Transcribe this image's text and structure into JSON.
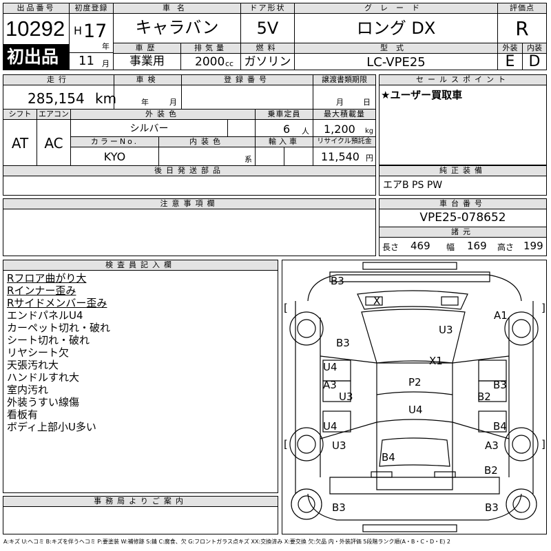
{
  "header_row": {
    "lot_label": "出品番号",
    "lot_number": "10292",
    "first_listing": "初出品",
    "reg_label": "初度登録",
    "era": "H",
    "year": "17",
    "year_unit": "年",
    "month": "11",
    "month_unit": "月",
    "model_label": "車名",
    "model": "キャラバン",
    "doors_label": "ドア形状",
    "doors": "5V",
    "grade_label": "グレード",
    "grade": "ロング DX",
    "score_label": "評価点",
    "score": "R",
    "history_label": "車歴",
    "history": "事業用",
    "displacement_label": "排気量",
    "displacement": "2000",
    "displacement_unit": "cc",
    "fuel_label": "燃料",
    "fuel": "ガソリン",
    "type_label": "型式",
    "type": "LC-VPE25",
    "ext_label": "外装",
    "ext": "E",
    "int_label": "内装",
    "int": "D"
  },
  "details": {
    "mileage_label": "走行",
    "mileage": "285,154",
    "mileage_unit": "km",
    "inspection_label": "車検",
    "inspection_year": "年",
    "inspection_month": "月",
    "plate_label": "登録番号",
    "transfer_label": "譲渡書類期限",
    "transfer_month": "月",
    "transfer_day": "日",
    "shift_label": "シフト",
    "shift": "AT",
    "ac_label": "エアコン",
    "ac": "AC",
    "color_label": "外装色",
    "color": "シルバー",
    "seats_label": "乗車定員",
    "seats": "6",
    "seats_unit": "人",
    "load_label": "最大積載量",
    "load": "1,200",
    "load_unit": "kg",
    "color_no_label": "カラーNo.",
    "color_no": "KYO",
    "interior_label": "内装色",
    "interior_unit": "系",
    "import_label": "輸入車",
    "recycle_label": "リサイクル預託金",
    "recycle": "11,540",
    "recycle_unit": "円",
    "later_label": "後日発送部品"
  },
  "sales": {
    "label": "セールスポイント",
    "text": "★ユーザー買取車"
  },
  "equipment": {
    "label": "純正装備",
    "text": "エアB PS PW"
  },
  "notes": {
    "label": "注意事項欄"
  },
  "chassis": {
    "label": "車台番号",
    "number": "VPE25-078652",
    "dims_label": "諸元",
    "length_label": "長さ",
    "length": "469",
    "width_label": "幅",
    "width": "169",
    "height_label": "高さ",
    "height": "199"
  },
  "inspector": {
    "label": "検査員記入欄",
    "lines": [
      "Rフロア曲がり大",
      "Rインナー歪み",
      "Rサイドメンバー歪み",
      "エンドパネルU4",
      "カーペット切れ・破れ",
      "シート切れ・破れ",
      "リヤシート欠",
      "天張汚れ大",
      "ハンドルすれ大",
      "室内汚れ",
      "外装うすい線傷",
      "看板有",
      "ボディ上部小U多い"
    ]
  },
  "office": {
    "label": "事務局よりご案内"
  },
  "damage_marks": {
    "b3_top": "B3",
    "x_windshield": "X",
    "a1": "A1",
    "u3_hood": "U3",
    "b3_left_front": "B3",
    "x1": "X1",
    "u4_left_door1": "U4",
    "a3_left": "A3",
    "u3_left_sill": "U3",
    "p2": "P2",
    "b3_right": "B3",
    "b2_right": "B2",
    "u4_roof": "U4",
    "u4_left_door2": "U4",
    "b4_right": "B4",
    "u3_left_rear": "U3",
    "a3_right": "A3",
    "b4_rear": "B4",
    "b2_right_rear": "B2",
    "b3_bottom_left": "B3",
    "b3_bottom_right": "B3",
    "bracket_open": "[",
    "bracket_close": "]"
  },
  "legend": "A:キズ U:ヘコミ B:キズを伴うヘコミ P:要塗装 W:補修跡 S:錆 C:腐食、欠 G:フロントガラス点キズ XX:交換済み X:要交換 欠:欠品 内・外装評価 5段階ランク順(A・B・C・D・E) 2"
}
